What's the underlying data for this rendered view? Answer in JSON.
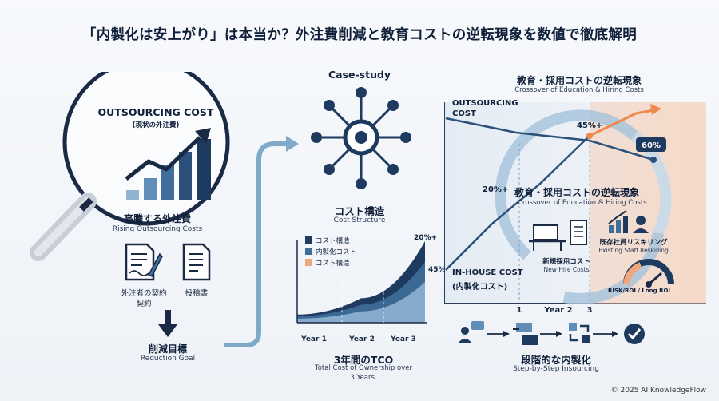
{
  "title": "「内製化は安上がり」は本当か？外注費削減と教育コストの逆転現象を数値で徹底解明",
  "left": {
    "outsourcing_cost_label": "OUTSOURCING COST",
    "outsourcing_cost_sub": "(現状の外注費)",
    "rising_jp": "高騰する外注費",
    "rising_en": "Rising Outsourcing Costs",
    "contract_label_1": "外注者の契約",
    "contract_label_2": "契約",
    "invoice_label": "投稿書",
    "goal_jp": "削減目標",
    "goal_en": "Reduction Goal"
  },
  "middle": {
    "case_study": "Case-study",
    "cost_structure_jp": "コスト構造",
    "cost_structure_en": "Cost Structure",
    "legend": [
      "コスト構造",
      "内製化コスト",
      "コスト構造"
    ],
    "label_20": "20%+",
    "label_45": "45%",
    "x_ticks": [
      "Year 1",
      "Year 2",
      "Year 3"
    ],
    "tco_jp": "3年間のTCO",
    "tco_en_1": "Total Cost of Ownership over",
    "tco_en_2": "3 Years."
  },
  "right": {
    "header_jp": "教育・採用コストの逆転現象",
    "header_en": "Crossover of Education & Hiring Costs",
    "outsourcing_label_1": "OUTSOURCING",
    "outsourcing_label_2": "COST",
    "badge_45": "45%+",
    "badge_60": "60%",
    "badge_20": "20%+",
    "inner_jp": "教育・採用コストの逆転現象",
    "inner_en": "Crossover of Education & Hiring Costs",
    "new_hire_jp": "新規採用コスト",
    "new_hire_en": "New Hire Costs",
    "reskill_jp": "既存社員リスキリング",
    "reskill_en": "Existing Staff Reskilling",
    "roi": "RISK/ROI / Long ROI",
    "inhouse_label_1": "IN-HOUSE COST",
    "inhouse_label_2": "(内製化コスト)",
    "x_ticks": [
      "1",
      "Year 2",
      "3"
    ],
    "step_jp": "段階的な内製化",
    "step_en": "Step-by-Step Insourcing"
  },
  "chart_data": {
    "type": "area",
    "title": "コスト構造",
    "categories": [
      "Year 1",
      "Year 2",
      "Year 3"
    ],
    "series": [
      {
        "name": "コスト構造",
        "values": [
          10,
          30,
          100
        ]
      },
      {
        "name": "内製化コスト",
        "values": [
          8,
          22,
          75
        ]
      },
      {
        "name": "コスト構造",
        "values": [
          5,
          14,
          50
        ]
      }
    ]
  },
  "colors": {
    "navy": "#1e3a5f",
    "mid_blue": "#3f6e9a",
    "light_blue": "#8fb3d1",
    "peach": "#f0a77f",
    "orange": "#ee8a4d"
  },
  "footer": "© 2025 AI KnowledgeFlow"
}
